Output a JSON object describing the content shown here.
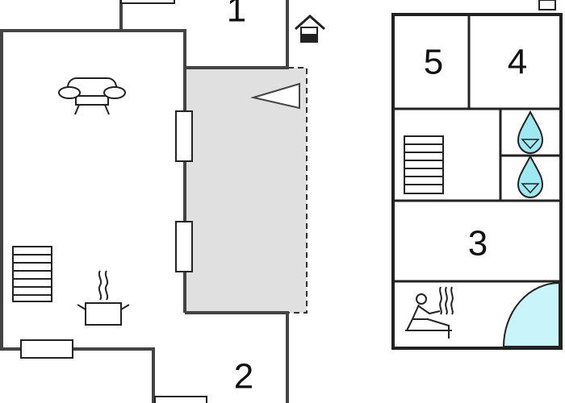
{
  "plan": {
    "rooms": [
      {
        "id": "room-1",
        "number": "1"
      },
      {
        "id": "room-2",
        "number": "2"
      },
      {
        "id": "room-3",
        "number": "3"
      },
      {
        "id": "room-4",
        "number": "4"
      },
      {
        "id": "room-5",
        "number": "5"
      }
    ],
    "colors": {
      "terrace_fill": "#e0e0e0",
      "water_fill": "#9ee8f2",
      "shower_fill": "#c8f4fa",
      "wall": "#444444",
      "line": "#222222"
    },
    "icons": [
      "sofa-icon",
      "stairs-icon",
      "cooking-pot-icon",
      "house-entrance-icon",
      "view-direction-icon",
      "water-drop-icon",
      "sauna-icon",
      "shower-icon"
    ]
  }
}
